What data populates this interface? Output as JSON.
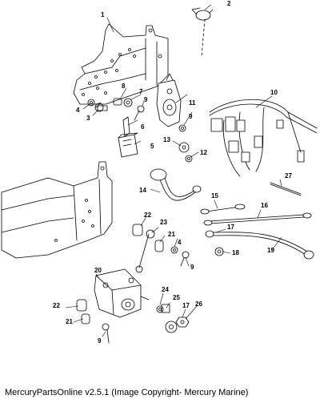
{
  "diagram": {
    "callouts": [
      {
        "id": "c1",
        "label": "1"
      },
      {
        "id": "c2",
        "label": "2"
      },
      {
        "id": "c3",
        "label": "3"
      },
      {
        "id": "c4a",
        "label": "4"
      },
      {
        "id": "c4b",
        "label": "4"
      },
      {
        "id": "c5",
        "label": "5"
      },
      {
        "id": "c6",
        "label": "6"
      },
      {
        "id": "c7",
        "label": "7"
      },
      {
        "id": "c8",
        "label": "8"
      },
      {
        "id": "c9a",
        "label": "9"
      },
      {
        "id": "c9b",
        "label": "9"
      },
      {
        "id": "c9c",
        "label": "9"
      },
      {
        "id": "c9d",
        "label": "9"
      },
      {
        "id": "c10",
        "label": "10"
      },
      {
        "id": "c11",
        "label": "11"
      },
      {
        "id": "c12",
        "label": "12"
      },
      {
        "id": "c13",
        "label": "13"
      },
      {
        "id": "c14",
        "label": "14"
      },
      {
        "id": "c15",
        "label": "15"
      },
      {
        "id": "c16",
        "label": "16"
      },
      {
        "id": "c17a",
        "label": "17"
      },
      {
        "id": "c17b",
        "label": "17"
      },
      {
        "id": "c18",
        "label": "18"
      },
      {
        "id": "c19",
        "label": "19"
      },
      {
        "id": "c20",
        "label": "20"
      },
      {
        "id": "c21a",
        "label": "21"
      },
      {
        "id": "c21b",
        "label": "21"
      },
      {
        "id": "c22a",
        "label": "22"
      },
      {
        "id": "c22b",
        "label": "22"
      },
      {
        "id": "c23",
        "label": "23"
      },
      {
        "id": "c24",
        "label": "24"
      },
      {
        "id": "c25",
        "label": "25"
      },
      {
        "id": "c26",
        "label": "26"
      },
      {
        "id": "c27",
        "label": "27"
      }
    ]
  },
  "footer": {
    "text": "MercuryPartsOnline v2.5.1 (Image Copyright- Mercury Marine)"
  }
}
